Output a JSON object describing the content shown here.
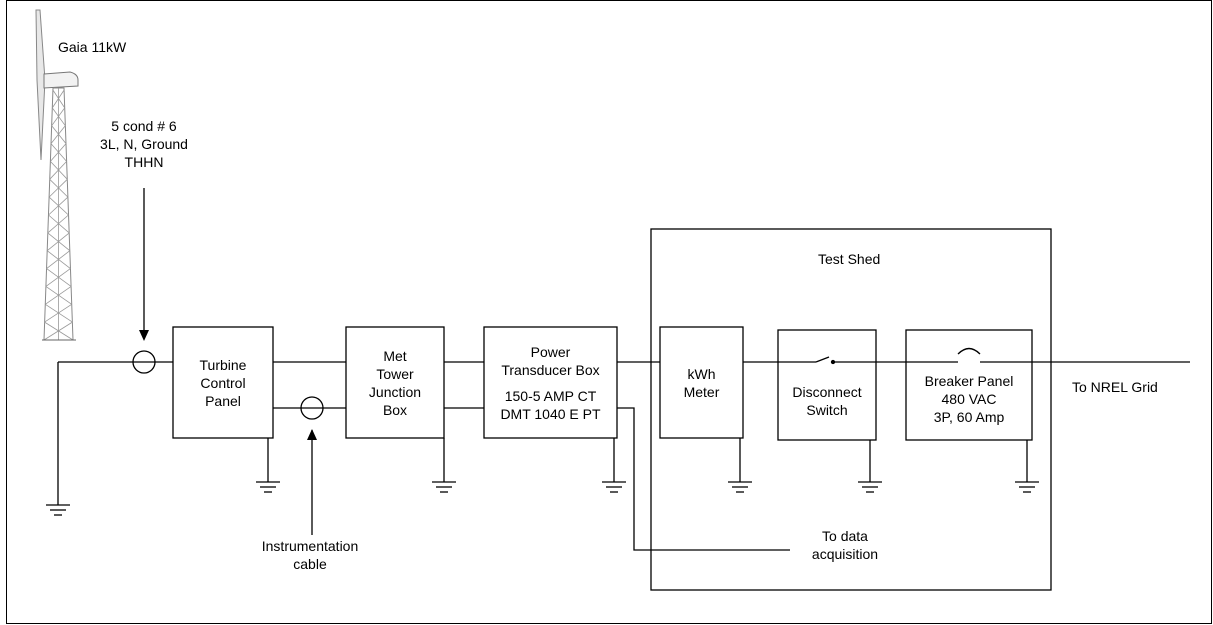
{
  "turbine": {
    "label": "Gaia 11kW"
  },
  "cable": {
    "line1": "5 cond # 6",
    "line2": "3L, N, Ground",
    "line3": "THHN"
  },
  "boxes": {
    "turbine_control": [
      "Turbine",
      "Control",
      "Panel"
    ],
    "met_tower": [
      "Met",
      "Tower",
      "Junction",
      "Box"
    ],
    "power_transducer": [
      "Power",
      "Transducer Box",
      "150-5 AMP CT",
      "DMT 1040 E PT"
    ],
    "kwh_meter": [
      "kWh",
      "Meter"
    ],
    "disconnect": [
      "Disconnect",
      "Switch"
    ],
    "breaker": [
      "Breaker Panel",
      "480 VAC",
      "3P, 60 Amp"
    ]
  },
  "test_shed": {
    "label": "Test Shed"
  },
  "instrumentation": {
    "line1": "Instrumentation",
    "line2": "cable"
  },
  "data_acq": {
    "line1": "To data",
    "line2": "acquisition"
  },
  "grid": {
    "label": "To NREL Grid"
  }
}
